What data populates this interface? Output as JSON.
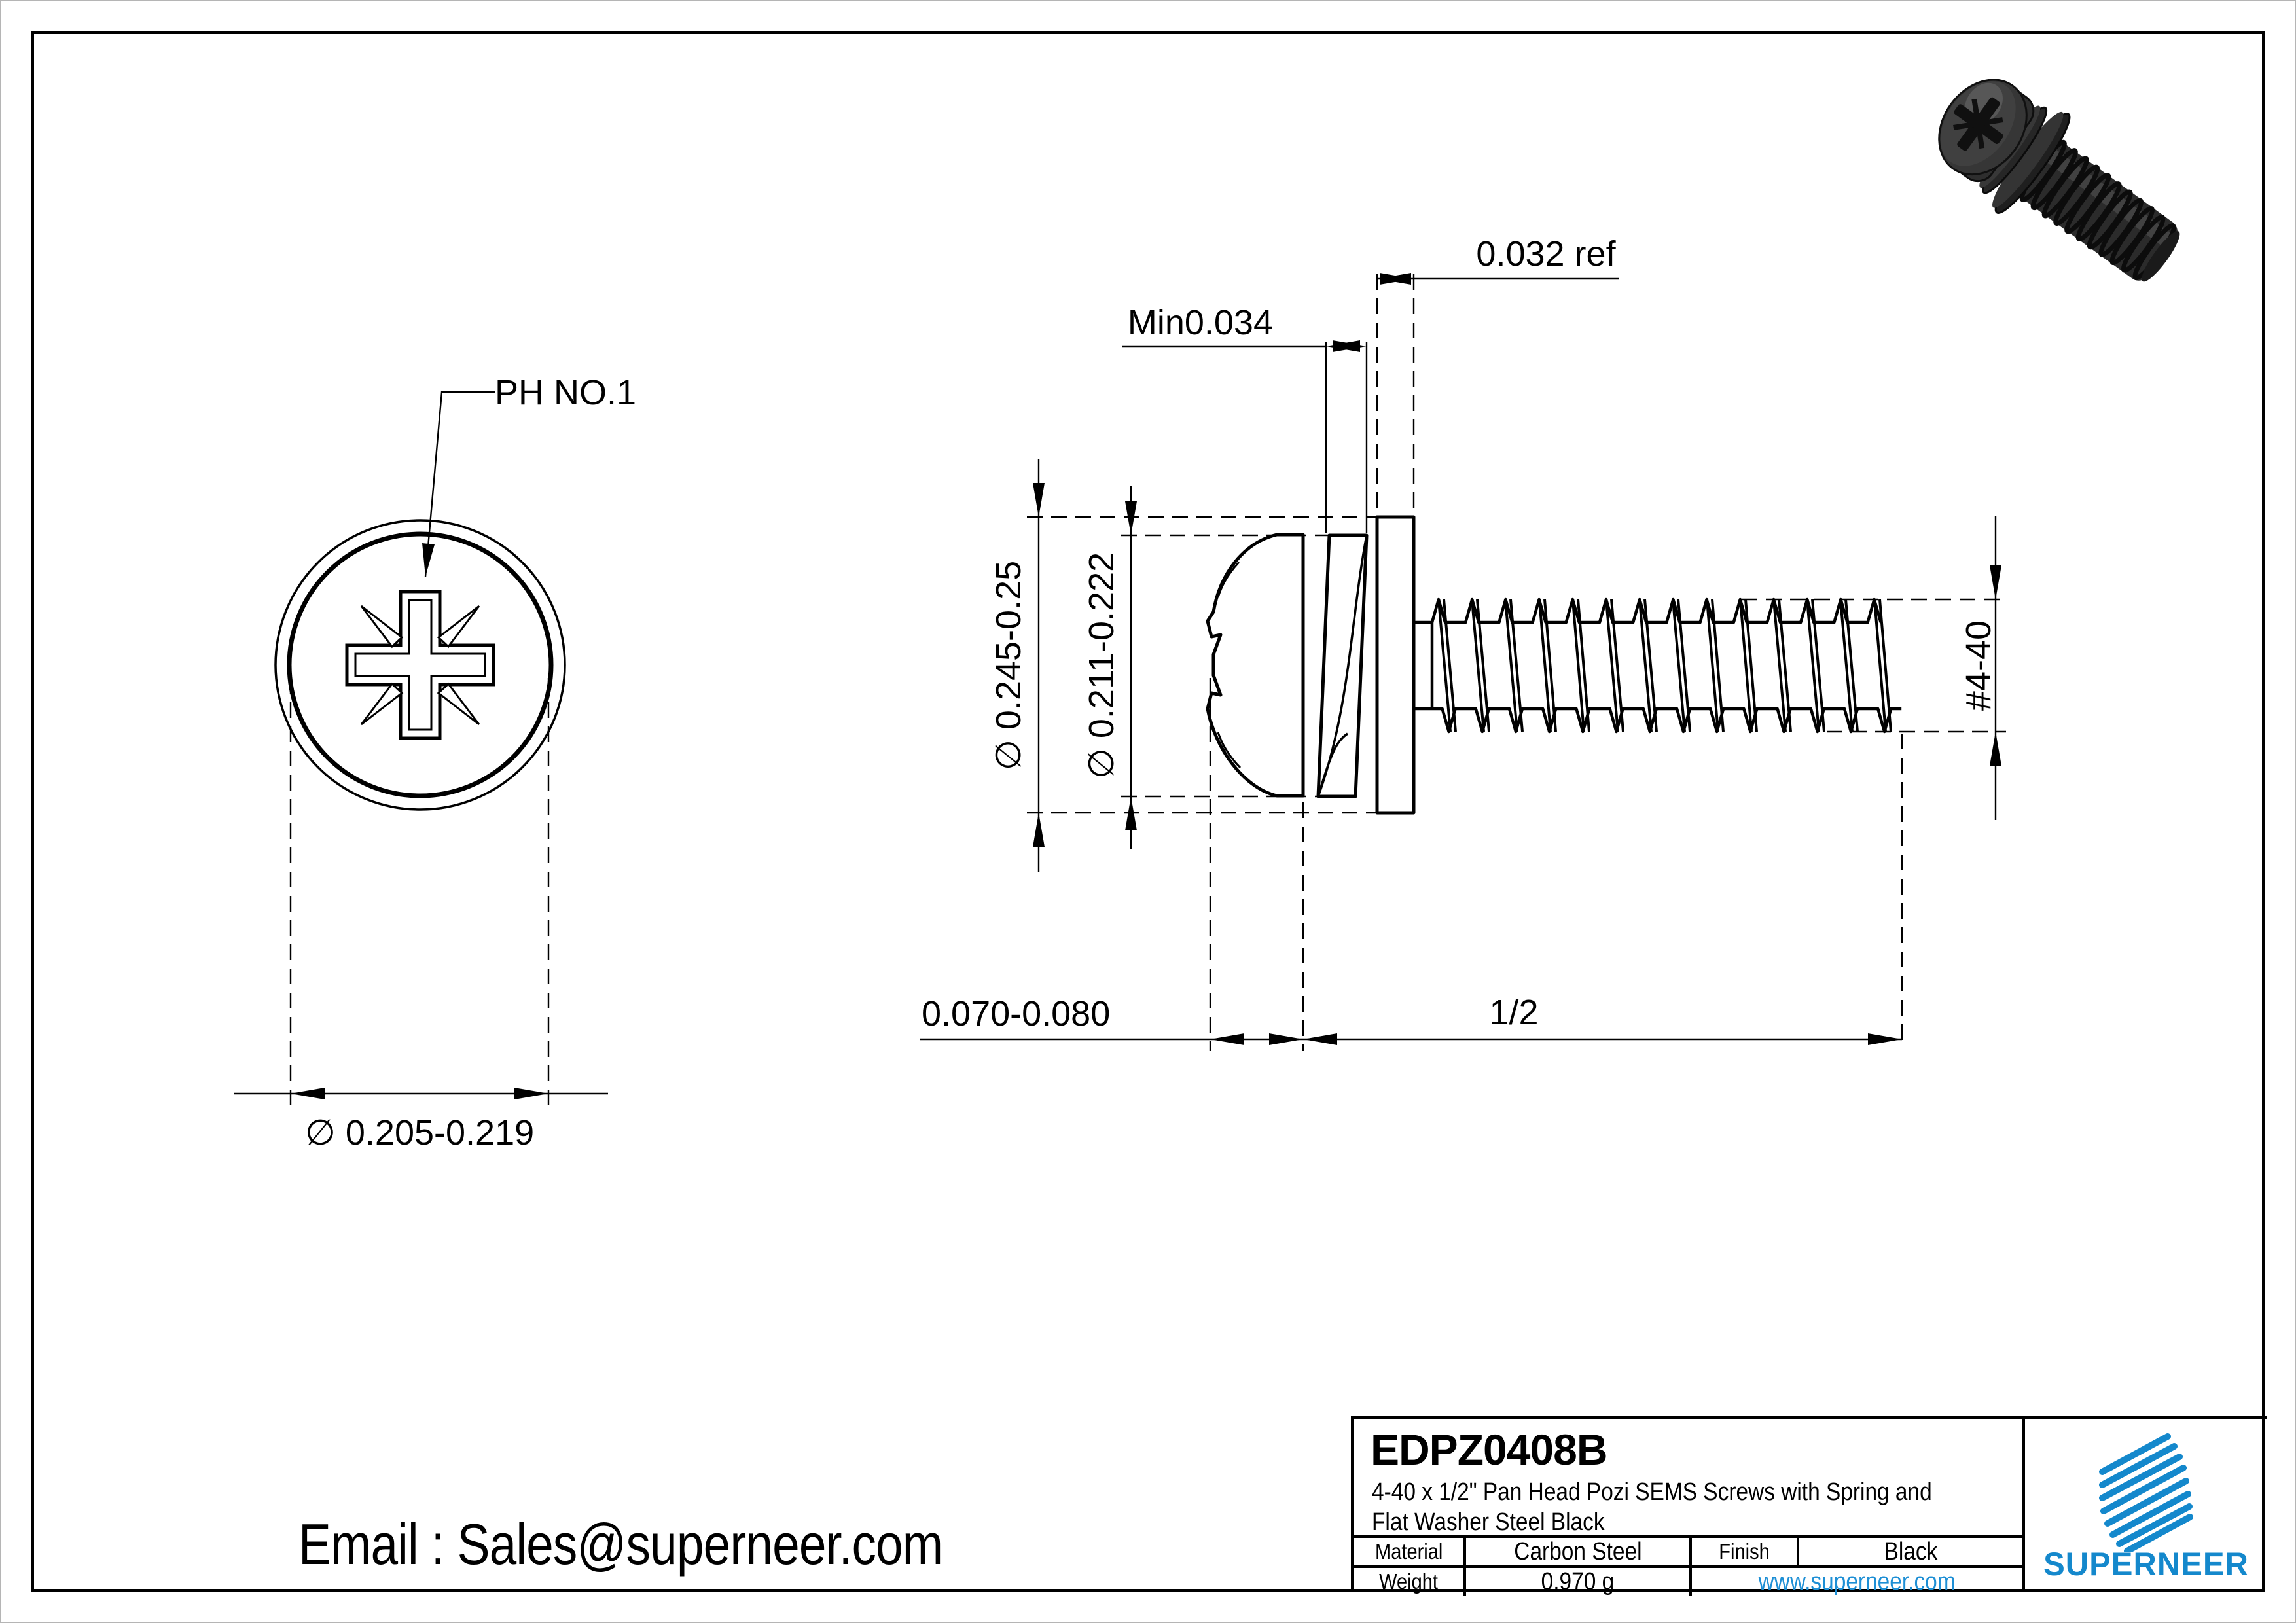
{
  "front_view": {
    "recess_label": "PH NO.1",
    "dim_head_diameter": "∅ 0.205-0.219"
  },
  "side_view": {
    "dim_flat_washer_od": "∅ 0.245-0.25",
    "dim_head_od": "∅ 0.211-0.222",
    "dim_spring_washer_width": "Min0.034",
    "dim_flat_washer_width": "0.032 ref",
    "dim_thread_spec": "#4-40",
    "dim_head_height": "0.070-0.080",
    "dim_thread_length": "1/2"
  },
  "email_text": "Email : Sales@superneer.com",
  "title_block": {
    "part_number": "EDPZ0408B",
    "description_line1": "4-40 x 1/2\" Pan Head Pozi SEMS Screws with Spring and",
    "description_line2": "Flat Washer Steel Black",
    "material_label": "Material",
    "material_value": "Carbon Steel",
    "finish_label": "Finish",
    "finish_value": "Black",
    "weight_label": "Weight",
    "weight_value": "0.970 g",
    "website": "www.superneer.com",
    "brand_name": "SUPERNEER",
    "brand_color": "#1488cc",
    "link_color": "#1e8fd5"
  }
}
